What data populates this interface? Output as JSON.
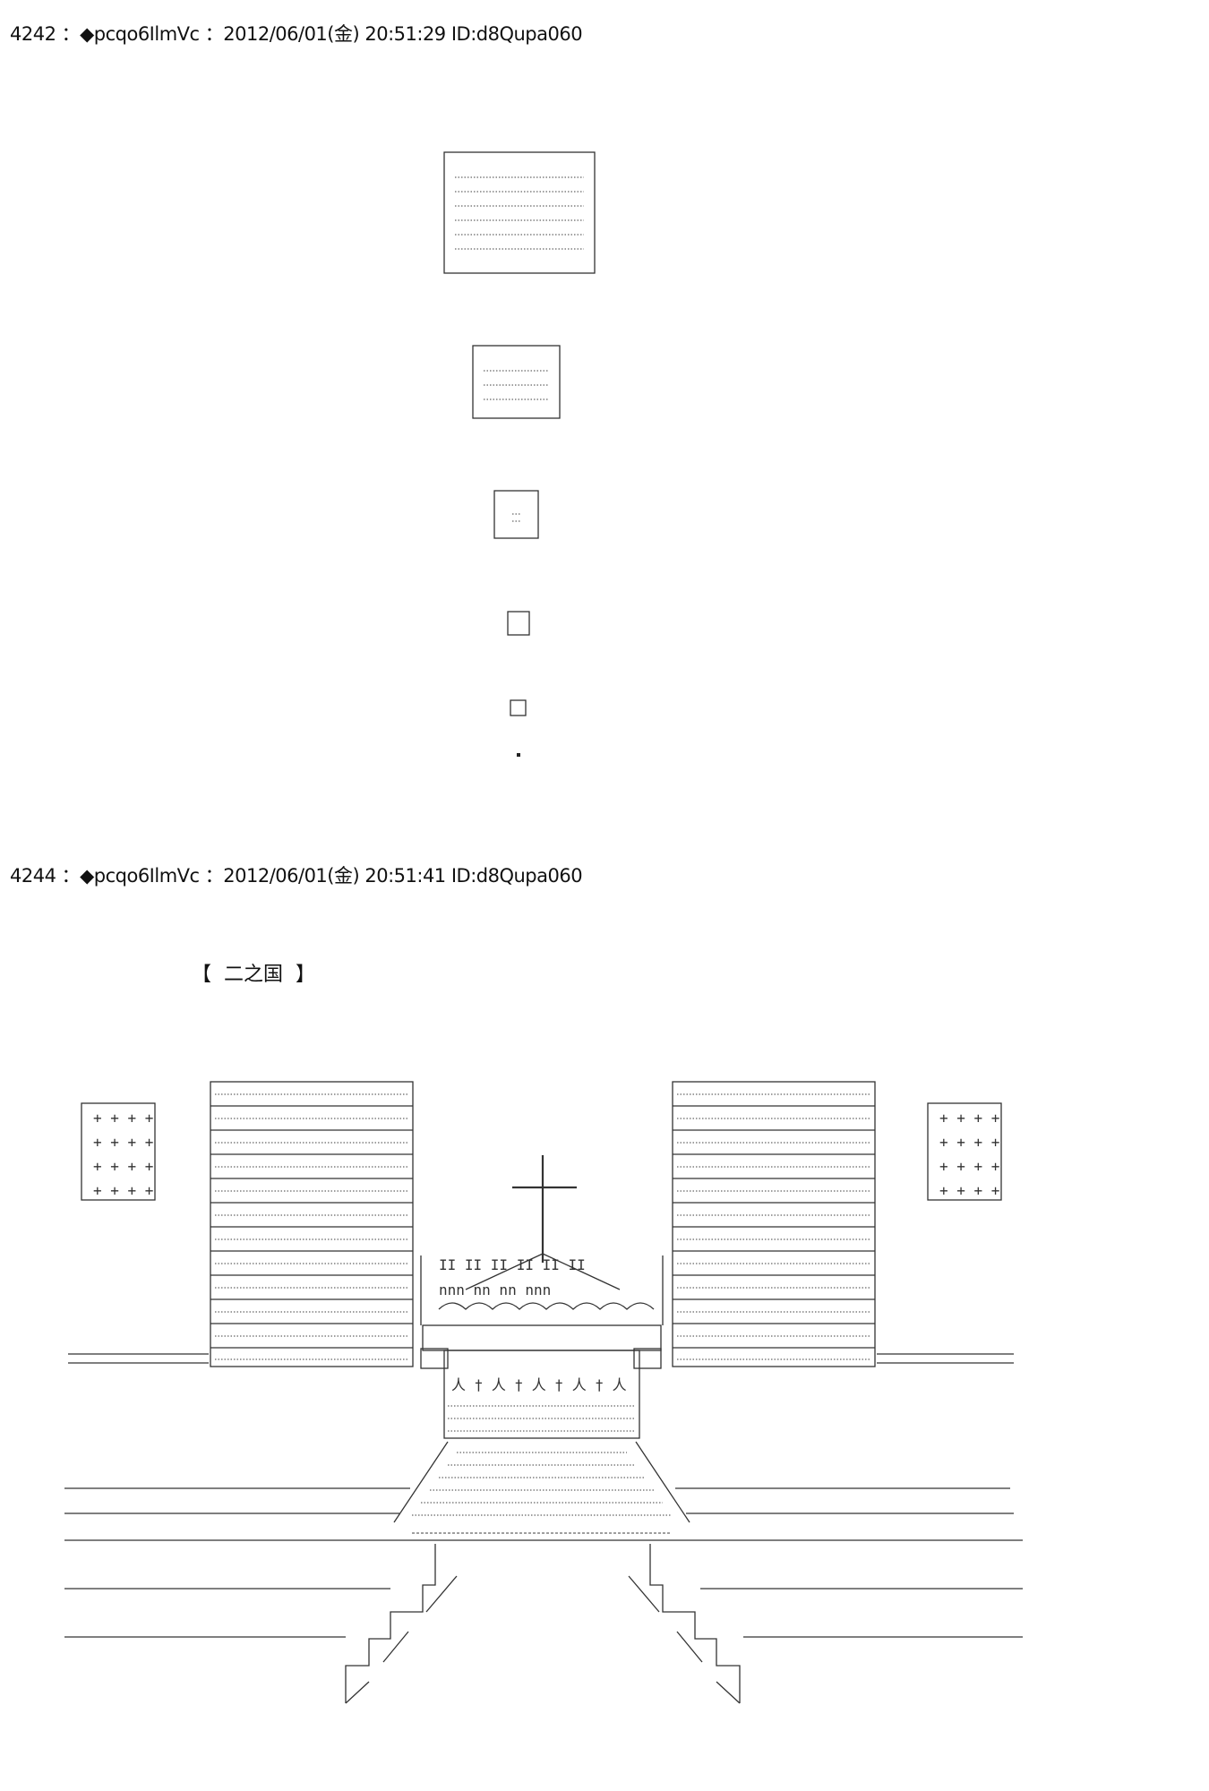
{
  "posts": [
    {
      "header": "4242 ：◆pcqo6IlmVc ：2012/06/01(金) 20:51:29 ID:d8Qupa060"
    },
    {
      "header": "4244 ：◆pcqo6IlmVc ：2012/06/01(金) 20:51:41 ID:d8Qupa060",
      "caption": "【  二之国  】"
    }
  ]
}
